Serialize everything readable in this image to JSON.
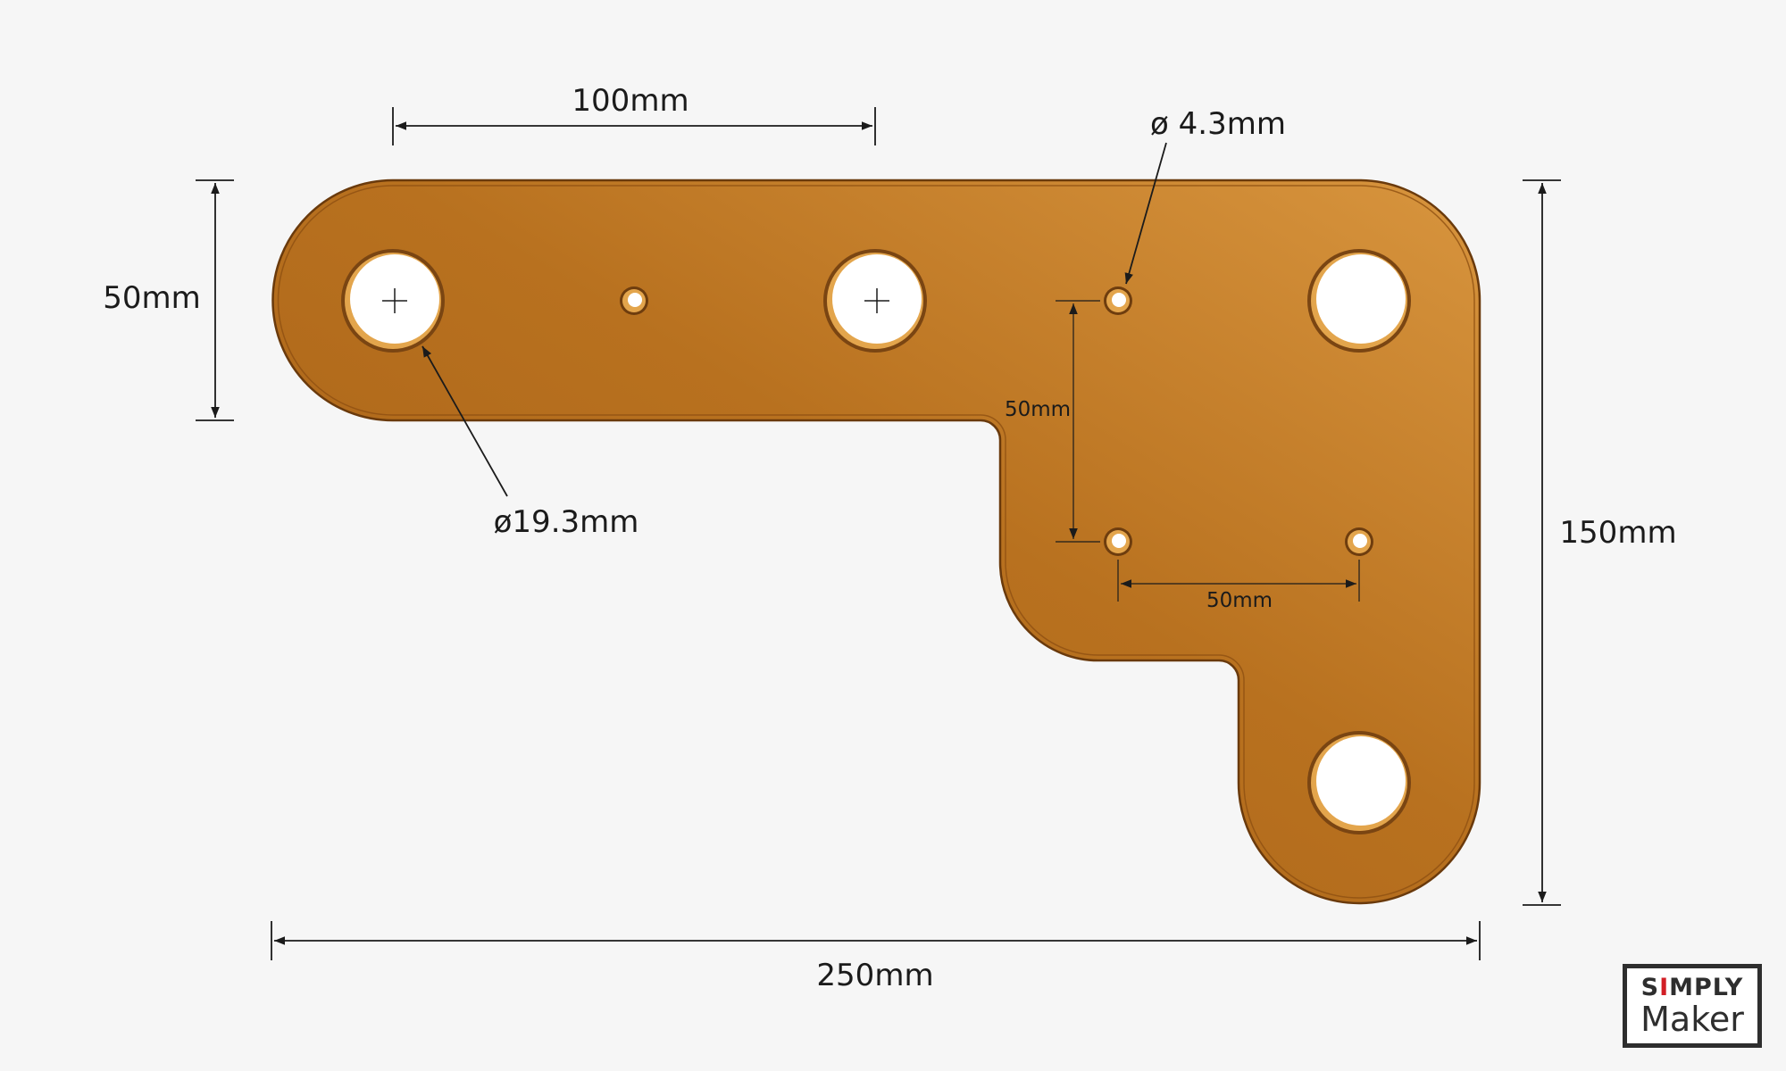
{
  "dimensions": {
    "top_spacing": "100mm",
    "hole_small": "ø 4.3mm",
    "left_height": "50mm",
    "hole_large": "ø19.3mm",
    "inner_vertical": "50mm",
    "inner_horizontal": "50mm",
    "overall_height": "150mm",
    "overall_width": "250mm"
  },
  "colors": {
    "plate_light": "#d28e3a",
    "plate_dark": "#a96418",
    "plate_edge": "#6a3a0c",
    "hole_rim": "#e0a24a",
    "background": "#f6f6f6",
    "dimension_line": "#1b1b1b"
  },
  "logo": {
    "line1": "SIMPLY",
    "line2": "Maker"
  }
}
